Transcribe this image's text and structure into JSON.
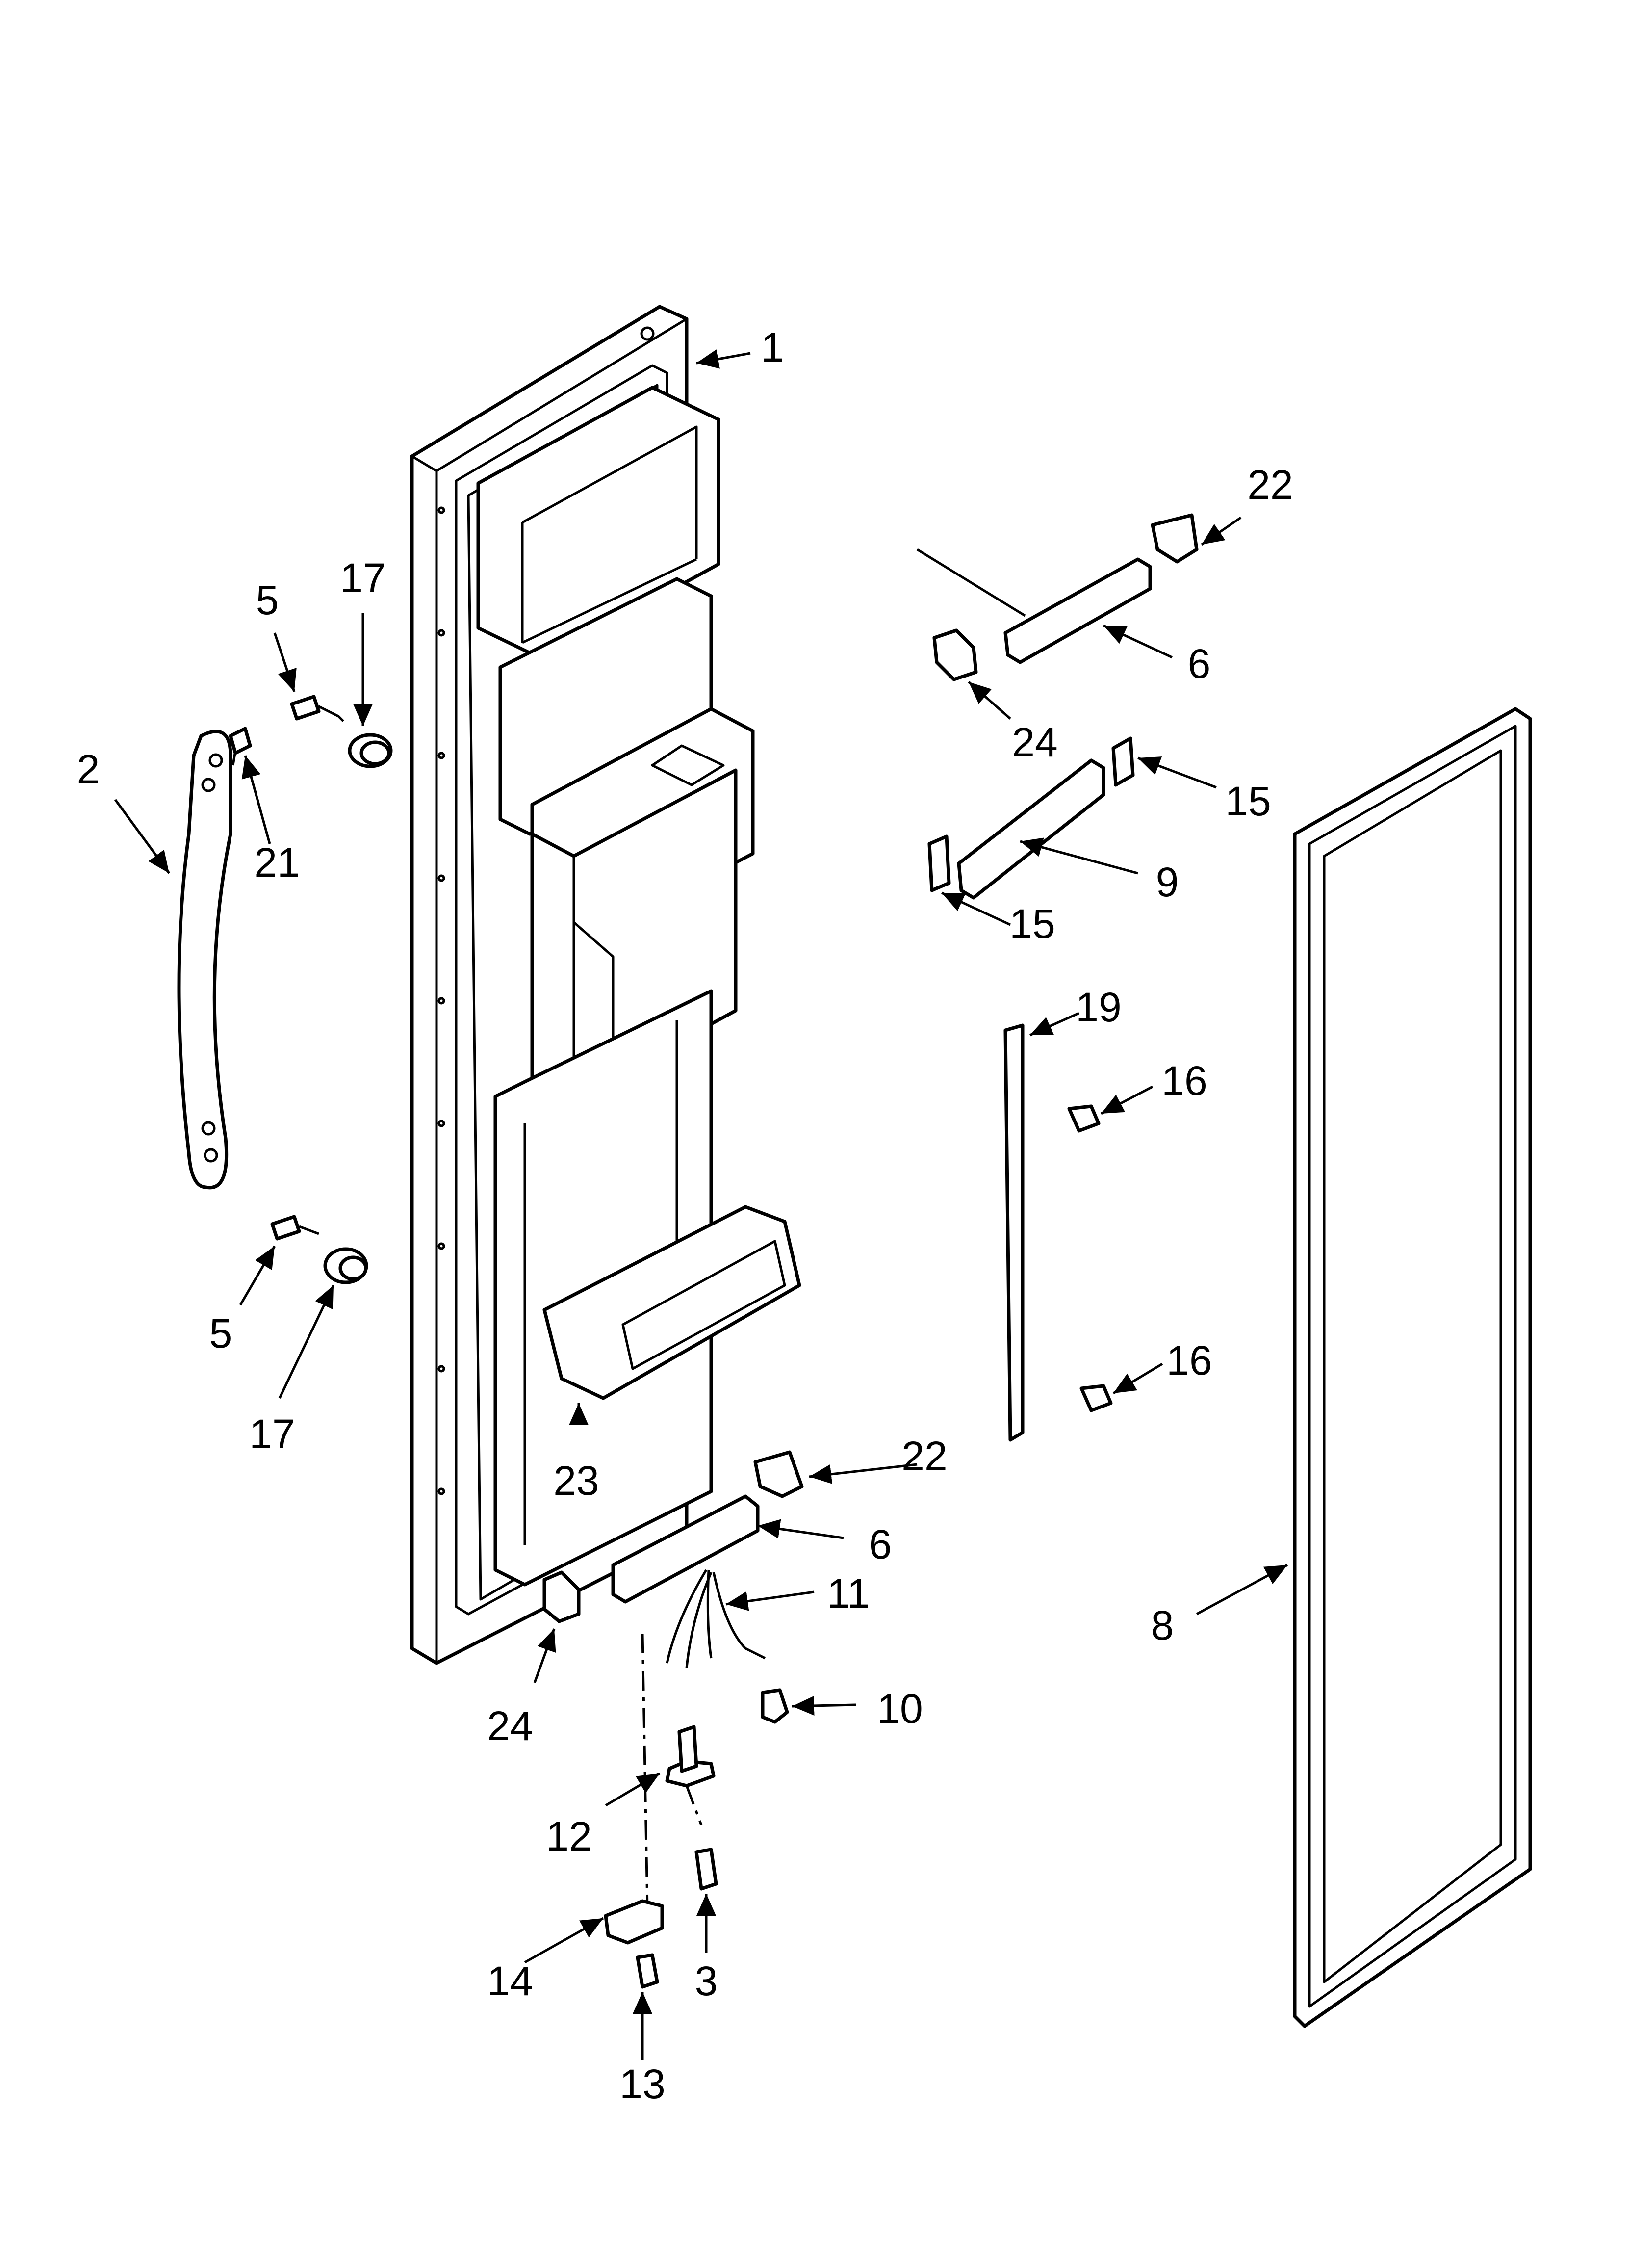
{
  "diagram": {
    "callouts": {
      "c1": "1",
      "c2": "2",
      "c3": "3",
      "c5a": "5",
      "c5b": "5",
      "c6a": "6",
      "c6b": "6",
      "c8": "8",
      "c9": "9",
      "c10": "10",
      "c11": "11",
      "c12": "12",
      "c13": "13",
      "c14": "14",
      "c15a": "15",
      "c15b": "15",
      "c16a": "16",
      "c16b": "16",
      "c17a": "17",
      "c17b": "17",
      "c19": "19",
      "c21": "21",
      "c22a": "22",
      "c22b": "22",
      "c23": "23",
      "c24a": "24",
      "c24b": "24"
    }
  }
}
